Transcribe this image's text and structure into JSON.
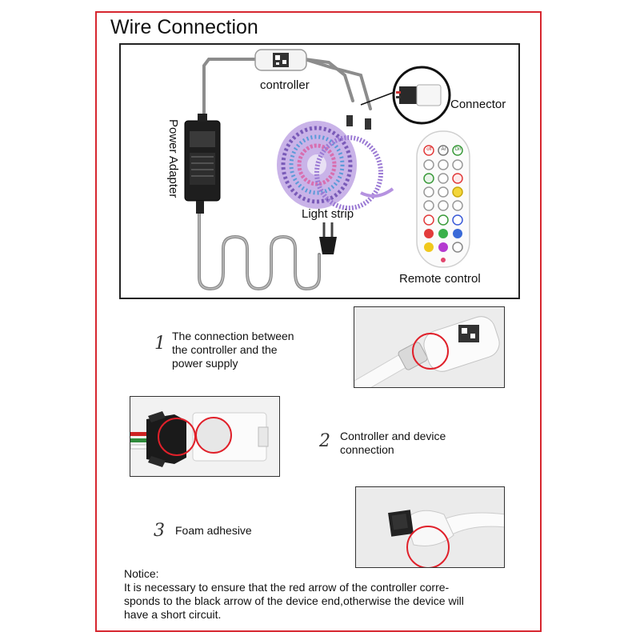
{
  "title": "Wire Connection",
  "diagram": {
    "controller_label": "controller",
    "connector_label": "Connector",
    "power_adapter_label": "Power Adapter",
    "light_strip_label": "Light strip",
    "remote_label": "Remote control",
    "remote_buttons": [
      "off",
      "Ar",
      "On"
    ]
  },
  "steps": [
    {
      "number": "1",
      "lines": [
        "The connection between",
        "the controller and the",
        "power supply"
      ]
    },
    {
      "number": "2",
      "lines": [
        "Controller and device",
        "connection"
      ]
    },
    {
      "number": "3",
      "lines": [
        "Foam adhesive"
      ]
    }
  ],
  "notice": {
    "heading": "Notice:",
    "lines": [
      "It is necessary to ensure that the red arrow of the controller corre-",
      "sponds to the black arrow of the device end,otherwise the device will",
      "have a short circuit."
    ]
  },
  "colors": {
    "frame": "#d6262f",
    "highlight_circle": "#e0202a",
    "wire": "#8a8a8a"
  }
}
